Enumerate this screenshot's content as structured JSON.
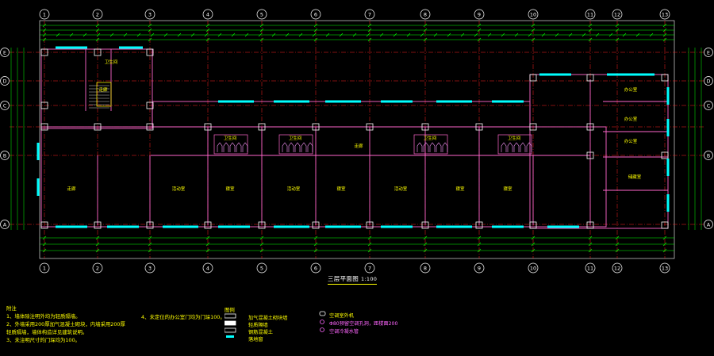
{
  "drawing": {
    "title": "三层平面图",
    "scale": "1:100",
    "axis_numbers": [
      "1",
      "2",
      "3",
      "4",
      "5",
      "6",
      "7",
      "8",
      "9",
      "10",
      "11",
      "12",
      "13"
    ],
    "axis_letters_left": [
      "E",
      "D",
      "C",
      "B",
      "A"
    ],
    "axis_letters_right": [
      "E",
      "D",
      "C",
      "B",
      "A"
    ],
    "room_labels": [
      "卫生间",
      "卫生间",
      "卫生间",
      "卫生间",
      "卫生间",
      "办公室",
      "办公室",
      "办公室",
      "活动室",
      "活动室",
      "寝室",
      "寝室",
      "活动室",
      "寝室",
      "寝室",
      "储藏室",
      "走廊",
      "走廊",
      "走廊"
    ],
    "colors": {
      "wall": "#ff66cc",
      "axis": "#ff2020",
      "grid": "#00ff00",
      "dim": "#00ff00",
      "glass": "#00ffff",
      "text": "#ffff00",
      "frame": "#ffffff"
    }
  },
  "notes": {
    "heading": "附注",
    "lines": [
      "1、墙体除注明外均为轻质隔墙。",
      "2、外墙采用200厚加气混凝土砌块，内墙采用200厚",
      "轻质隔墙，墙体构造详见建筑说明。",
      "3、未注明尺寸的门垛均为100。"
    ],
    "lines2": [
      "4、未定位的办公室门均为门垛100。"
    ]
  },
  "legend": {
    "heading": "图例",
    "items": [
      {
        "label": "加气混凝土砌块墙"
      },
      {
        "label": "轻质隔墙"
      },
      {
        "label": "钢筋混凝土"
      },
      {
        "label": "落地窗"
      }
    ],
    "items_right": [
      {
        "label": "空调室外机"
      },
      {
        "label": "Φ80预留空调孔洞，距楼面200"
      },
      {
        "label": "空调冷凝水管"
      }
    ]
  }
}
